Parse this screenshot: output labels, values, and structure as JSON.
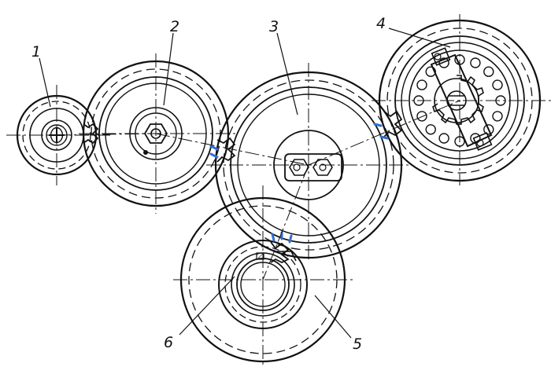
{
  "figure": {
    "labels": {
      "l1": "1",
      "l2": "2",
      "l3": "3",
      "l4": "4",
      "l5": "5",
      "l6": "6"
    },
    "colors": {
      "ink": "#111111",
      "accent": "#2f6fd6",
      "background": "#ffffff"
    }
  }
}
